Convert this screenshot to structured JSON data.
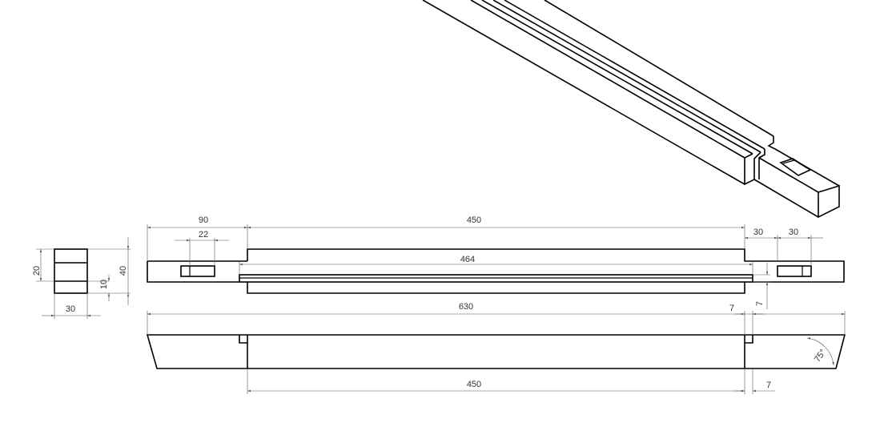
{
  "dimensions": {
    "d90": "90",
    "d22": "22",
    "d450_top": "450",
    "d30_a": "30",
    "d30_b": "30",
    "d464": "464",
    "d630": "630",
    "d7_a": "7",
    "d7_side": "7",
    "d450_bottom": "450",
    "d7_bottom": "7",
    "d20": "20",
    "d10": "10",
    "d40": "40",
    "d30_section": "30",
    "angle75": "75°"
  },
  "colors": {
    "line": "#000000",
    "dimension": "#555555",
    "background": "#ffffff"
  }
}
